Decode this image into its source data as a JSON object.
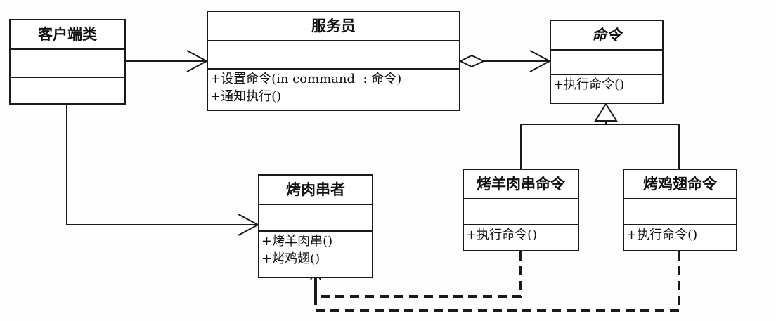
{
  "classes": {
    "client": {
      "name": "客户端类",
      "operations": []
    },
    "waiter": {
      "name": "服务员",
      "operations": [
        "+设置命令(in command  : 命令)",
        "+通知执行()"
      ]
    },
    "command": {
      "name": "命令",
      "operations": [
        "+执行命令()"
      ]
    },
    "barbecuer": {
      "name": "烤肉串者",
      "operations": [
        "+烤羊肉串()",
        "+烤鸡翅()"
      ]
    },
    "bake_mutton_command": {
      "name": "烤羊肉串命令",
      "operations": [
        "+执行命令()"
      ]
    },
    "bake_chicken_wing_command": {
      "name": "烤鸡翅命令",
      "operations": [
        "+执行命令()"
      ]
    }
  },
  "colors": {
    "line": "#1a1a1a",
    "box_fill": "#ffffff",
    "background": "#fdfdfd"
  }
}
